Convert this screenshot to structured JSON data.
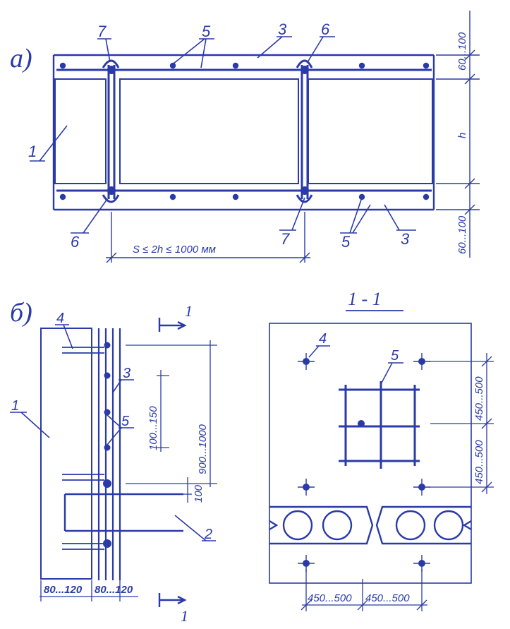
{
  "figure_a": {
    "panel_label": "а)",
    "callouts": [
      "7",
      "5",
      "3",
      "6",
      "1",
      "6",
      "7",
      "5",
      "3"
    ],
    "dims_right": [
      "60...100",
      "h",
      "60...100"
    ],
    "spacing": "S ≤ 2h ≤ 1000 мм"
  },
  "figure_b": {
    "panel_label": "б)",
    "cut_mark": "1",
    "callouts": [
      "4",
      "3",
      "5",
      "1",
      "2"
    ],
    "dims_vertical": [
      "100...150",
      "900...1000",
      "100"
    ],
    "dims_bottom": [
      "80...120",
      "80...120"
    ]
  },
  "section": {
    "title": "1 - 1",
    "callouts": [
      "4",
      "5"
    ],
    "dims_right": [
      "450...500",
      "450...500"
    ],
    "dims_bottom": [
      "450...500",
      "450...500"
    ]
  },
  "colors": {
    "ink": "#2a3aa8",
    "background": "#ffffff"
  }
}
